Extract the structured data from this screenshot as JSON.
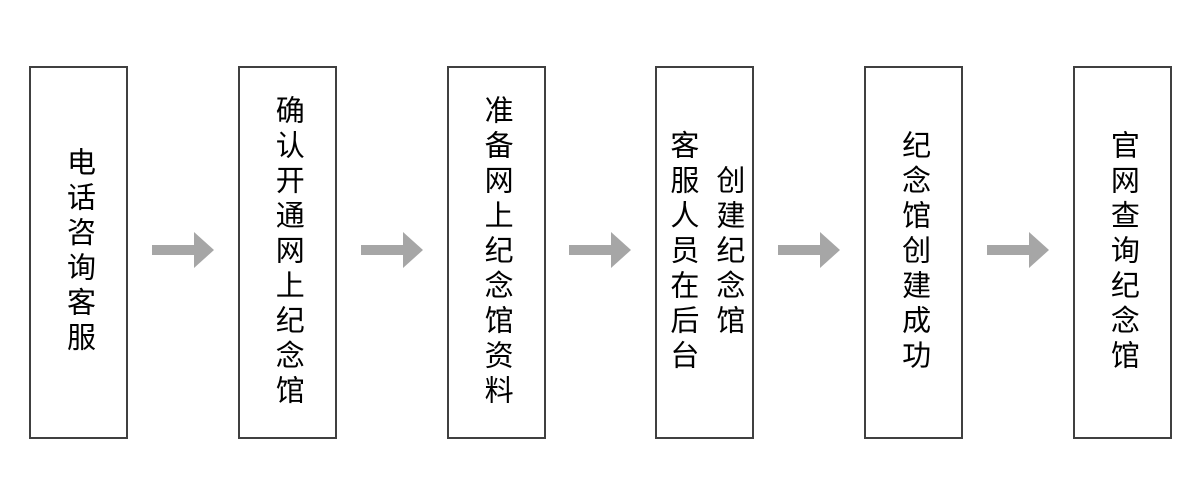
{
  "theme": {
    "background": "#ffffff",
    "box_border": "#404040",
    "box_fill": "#ffffff",
    "text": "#000000",
    "arrow": "#a6a6a6"
  },
  "flowchart": {
    "description": "Six-step horizontal flow, vertical CJK text in outlined boxes joined by right arrows",
    "steps": [
      {
        "id": 1,
        "label": "电话咨询客服"
      },
      {
        "id": 2,
        "label": "确认开通网上纪念馆"
      },
      {
        "id": 3,
        "label": "准备网上纪念馆资料"
      },
      {
        "id": 4,
        "label": "客服人员在后台\n创建纪念馆"
      },
      {
        "id": 5,
        "label": "纪念馆创建成功"
      },
      {
        "id": 6,
        "label": "官网查询纪念馆"
      }
    ]
  }
}
